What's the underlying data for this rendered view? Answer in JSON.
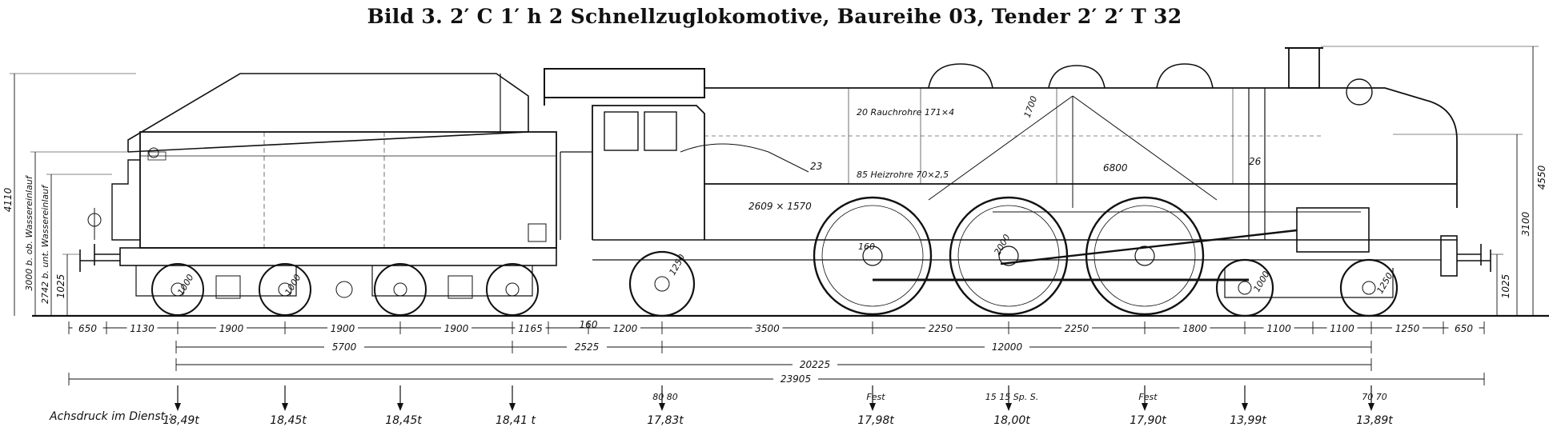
{
  "title": "Bild 3.   2′ C 1′ h 2 Schnellzuglokomotive, Baureihe 03, Tender 2′ 2′ T 32",
  "height_dims": {
    "h4110": "4110",
    "h3000": "3000 b. ob. Wassereinlauf",
    "h2742": "2742 b. unt. Wassereinlauf",
    "h1025_left": "1025",
    "h4550": "4550",
    "h3100": "3100",
    "h1025_right": "1025"
  },
  "annotations": {
    "rauchrohre": "20 Rauchrohre 171×4",
    "heizrohre": "85 Heizrohre 70×2,5",
    "r23": "23",
    "r26": "26",
    "r6800": "6800",
    "r1700": "1700",
    "grate": "2609 × 1570",
    "w1250": "1250",
    "w2000": "2000",
    "w1250b": "1250",
    "w1000": "1000",
    "w1000b": "1000",
    "w1000c": "1000",
    "d160": "160"
  },
  "dim_row1": [
    {
      "label": "650"
    },
    {
      "label": "1130"
    },
    {
      "label": "1900"
    },
    {
      "label": "1900"
    },
    {
      "label": "1900"
    },
    {
      "label": "1165"
    },
    {
      "label": "1200"
    },
    {
      "label": "3500"
    },
    {
      "label": "2250"
    },
    {
      "label": "2250"
    },
    {
      "label": "1800"
    },
    {
      "label": "1100"
    },
    {
      "label": "1100"
    },
    {
      "label": "1250"
    },
    {
      "label": "650"
    }
  ],
  "dim_160": "160",
  "dim_row2": {
    "d5700": "5700",
    "d2525": "2525",
    "d12000": "12000"
  },
  "dim_row3": {
    "d20225": "20225"
  },
  "dim_row4": {
    "d23905": "23905"
  },
  "axle_caption": "Achsdruck im Dienst :",
  "axle_loads": [
    {
      "value": "18,49t",
      "note": ""
    },
    {
      "value": "18,45t",
      "note": ""
    },
    {
      "value": "18,45t",
      "note": ""
    },
    {
      "value": "18,41 t",
      "note": ""
    },
    {
      "value": "17,83t",
      "note": "80 80"
    },
    {
      "value": "17,98t",
      "note": "Fest"
    },
    {
      "value": "18,00t",
      "note": "15 15 Sp. S."
    },
    {
      "value": "17,90t",
      "note": "Fest"
    },
    {
      "value": "13,99t",
      "note": ""
    },
    {
      "value": "13,89t",
      "note": "70 70"
    }
  ]
}
